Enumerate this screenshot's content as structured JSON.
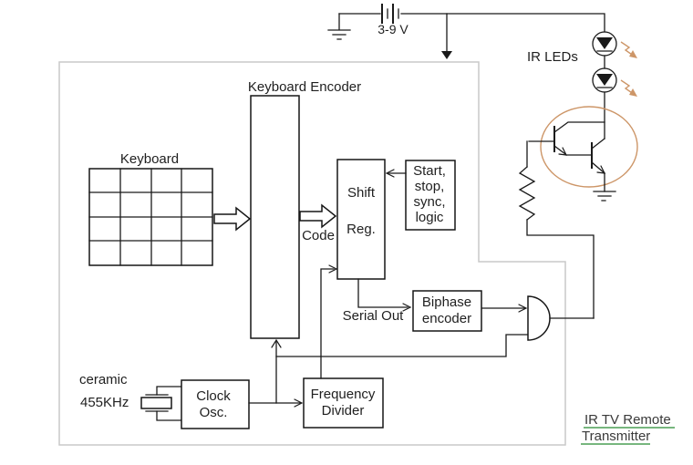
{
  "power_supply": {
    "battery_label": "3-9 V"
  },
  "output_stage": {
    "ir_leds_label": "IR LEDs"
  },
  "blocks": {
    "keyboard_encoder": "Keyboard Encoder",
    "keyboard": "Keyboard",
    "shift_reg": [
      "Shift",
      "Reg."
    ],
    "start_logic": [
      "Start,",
      "stop,",
      "sync,",
      "logic"
    ],
    "biphase_encoder": [
      "Biphase",
      "encoder"
    ],
    "frequency_divider": [
      "Frequency",
      "Divider"
    ],
    "clock_osc": [
      "Clock",
      "Osc."
    ],
    "crystal": [
      "ceramic",
      "455KHz"
    ]
  },
  "signals": {
    "code": "Code",
    "serial_out": "Serial Out"
  },
  "title": [
    "IR TV Remote",
    "Transmitter"
  ],
  "colors": {
    "wire": "#1a1a1a",
    "frame_gray": "#c9c9c9",
    "accent_orange": "#cd9668",
    "title_underline_green": "#4a9e53",
    "text": "#1f1f1f"
  }
}
